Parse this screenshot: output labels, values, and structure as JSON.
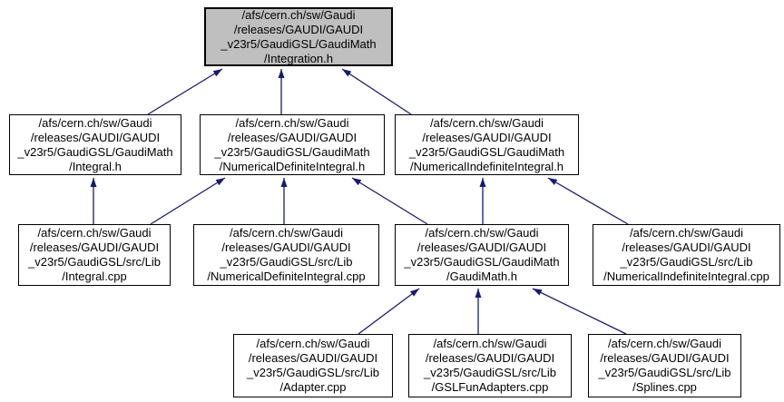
{
  "diagram": {
    "type": "include-dependency-graph",
    "root": "integration_h",
    "colors": {
      "edge": "#191970",
      "node_fill": "#ffffff",
      "highlight_fill": "#bfbfbf",
      "border": "#000000",
      "background": "#ffffff",
      "text": "#000000"
    },
    "nodes": {
      "integration_h": {
        "label": "/afs/cern.ch/sw/Gaudi\n/releases/GAUDI/GAUDI\n_v23r5/GaudiGSL/GaudiMath\n/Integration.h",
        "highlighted": true
      },
      "integral_h": {
        "label": "/afs/cern.ch/sw/Gaudi\n/releases/GAUDI/GAUDI\n_v23r5/GaudiGSL/GaudiMath\n/Integral.h",
        "highlighted": false
      },
      "numerical_definite_integral_h": {
        "label": "/afs/cern.ch/sw/Gaudi\n/releases/GAUDI/GAUDI\n_v23r5/GaudiGSL/GaudiMath\n/NumericalDefiniteIntegral.h",
        "highlighted": false
      },
      "numerical_indefinite_integral_h": {
        "label": "/afs/cern.ch/sw/Gaudi\n/releases/GAUDI/GAUDI\n_v23r5/GaudiGSL/GaudiMath\n/NumericalIndefiniteIntegral.h",
        "highlighted": false
      },
      "integral_cpp": {
        "label": "/afs/cern.ch/sw/Gaudi\n/releases/GAUDI/GAUDI\n_v23r5/GaudiGSL/src/Lib\n/Integral.cpp",
        "highlighted": false
      },
      "numerical_definite_integral_cpp": {
        "label": "/afs/cern.ch/sw/Gaudi\n/releases/GAUDI/GAUDI\n_v23r5/GaudiGSL/src/Lib\n/NumericalDefiniteIntegral.cpp",
        "highlighted": false
      },
      "gaudimath_h": {
        "label": "/afs/cern.ch/sw/Gaudi\n/releases/GAUDI/GAUDI\n_v23r5/GaudiGSL/GaudiMath\n/GaudiMath.h",
        "highlighted": false
      },
      "numerical_indefinite_integral_cpp": {
        "label": "/afs/cern.ch/sw/Gaudi\n/releases/GAUDI/GAUDI\n_v23r5/GaudiGSL/src/Lib\n/NumericalIndefiniteIntegral.cpp",
        "highlighted": false
      },
      "adapter_cpp": {
        "label": "/afs/cern.ch/sw/Gaudi\n/releases/GAUDI/GAUDI\n_v23r5/GaudiGSL/src/Lib\n/Adapter.cpp",
        "highlighted": false
      },
      "gslfunadapters_cpp": {
        "label": "/afs/cern.ch/sw/Gaudi\n/releases/GAUDI/GAUDI\n_v23r5/GaudiGSL/src/Lib\n/GSLFunAdapters.cpp",
        "highlighted": false
      },
      "splines_cpp": {
        "label": "/afs/cern.ch/sw/Gaudi\n/releases/GAUDI/GAUDI\n_v23r5/GaudiGSL/src/Lib\n/Splines.cpp",
        "highlighted": false
      }
    },
    "edges": [
      {
        "from": "integral_h",
        "to": "integration_h"
      },
      {
        "from": "numerical_definite_integral_h",
        "to": "integration_h"
      },
      {
        "from": "numerical_indefinite_integral_h",
        "to": "integration_h"
      },
      {
        "from": "integral_cpp",
        "to": "integral_h"
      },
      {
        "from": "integral_cpp",
        "to": "numerical_definite_integral_h"
      },
      {
        "from": "numerical_definite_integral_cpp",
        "to": "numerical_definite_integral_h"
      },
      {
        "from": "gaudimath_h",
        "to": "numerical_definite_integral_h"
      },
      {
        "from": "gaudimath_h",
        "to": "numerical_indefinite_integral_h"
      },
      {
        "from": "numerical_indefinite_integral_cpp",
        "to": "numerical_indefinite_integral_h"
      },
      {
        "from": "adapter_cpp",
        "to": "gaudimath_h"
      },
      {
        "from": "gslfunadapters_cpp",
        "to": "gaudimath_h"
      },
      {
        "from": "splines_cpp",
        "to": "gaudimath_h"
      }
    ]
  }
}
